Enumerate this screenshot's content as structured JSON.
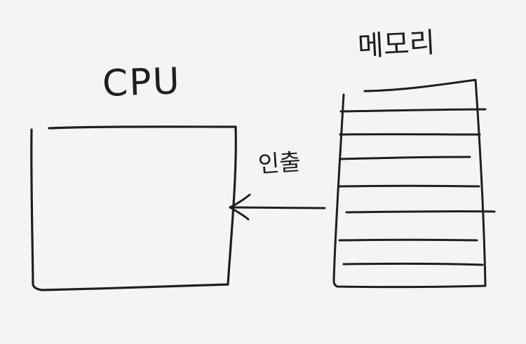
{
  "diagram": {
    "cpu": {
      "label": "CPU"
    },
    "memory": {
      "label": "메모리",
      "cell_count": 8
    },
    "arrow": {
      "label": "인출",
      "direction": "memory-to-cpu"
    },
    "colors": {
      "ink": "#1f1f1f",
      "paper": "#f4f4f4"
    }
  }
}
